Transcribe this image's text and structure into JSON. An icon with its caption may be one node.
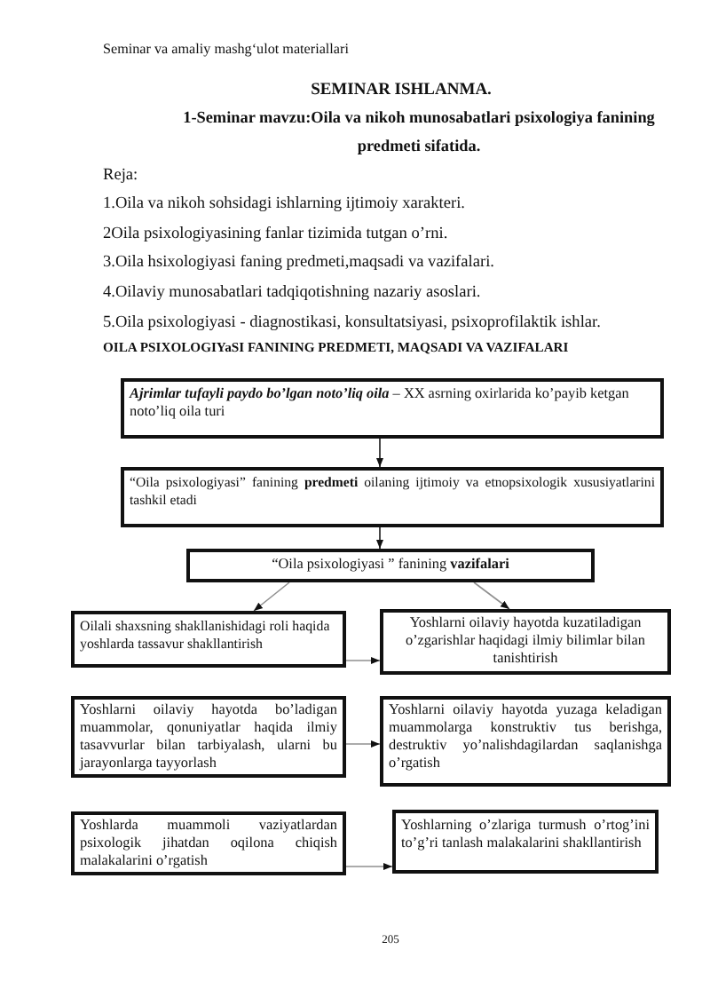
{
  "diagram": {
    "title": "SEMINAR ISHLANMA.",
    "nodes": [
      {
        "text": [
          "*Ajrimlar tufayli paydo bo’lgan noto’liq oila* – XX asrning oxirlarida ko’payib ketgan noto’liq oila turi"
        ]
      },
      {
        "text": [
          "“Oila psixologiyasi” fanining **predmeti** oilaning ijtimoiy va etnopsixologik xususiyatlarini tashkil etadi"
        ]
      },
      {
        "text": [
          "“Oila psixologiyasi ” fanining **vazifalari**"
        ]
      },
      {
        "text": [
          "Oilali shaxsning shakllanishidagi roli haqida yoshlarda tassavur shakllantirish"
        ]
      },
      {
        "text": [
          "Yoshlarni oilaviy hayotda kuzatiladigan o’zgarishlar haqidagi ilmiy bilimlar bilan tanishtirish"
        ]
      },
      {
        "text": [
          "Yoshlarni oilaviy hayotda bo’ladigan muammolar, qonuniyatlar haqida ilmiy tasavvurlar bilan tarbiyalash, ularni bu jarayonlarga tayyorlash"
        ]
      },
      {
        "text": [
          "Yoshlarni oilaviy hayotda yuzaga keladigan muammolarga konstruktiv tus berishga, destruktiv yo’nalishdagilardan saqlanishga o’rgatish"
        ]
      },
      {
        "text": [
          "Yoshlarda muammoli vaziyatlardan psixologik jihatdan oqilona chiqish malakalarini o’rgatish"
        ]
      },
      {
        "text": [
          "Yoshlarning o’zlariga turmush o’rtog’ini to’g’ri tanlash malakalarini shakllantirish"
        ]
      }
    ],
    "edges": [
      {
        "from": 0,
        "to": 1,
        "arrow": "to",
        "color": "#1a1a1a"
      },
      {
        "from": 1,
        "to": 2,
        "arrow": "to",
        "color": "#1a1a1a"
      },
      {
        "from": 2,
        "to": 3,
        "arrow": "to"
      },
      {
        "from": 2,
        "to": 4,
        "arrow": "to"
      },
      {
        "from": 3,
        "to": 4,
        "arrow": "to"
      },
      {
        "from": 5,
        "to": 6,
        "arrow": "to"
      },
      {
        "from": 7,
        "to": 8,
        "arrow": "to"
      }
    ],
    "labels": [
      "Seminar va amaliy mashg‘ulot materiallari",
      "1-Seminar mavzu:Oila va nikoh munosabatlari psixologiya fanining predmeti sifatida.",
      "Reja:",
      "1.Oila va nikoh sohsidagi ishlarning ijtimoiy xarakteri.",
      "2Oila psixologiyasining fanlar tizimida tutgan o’rni.",
      "3.Oila hsixologiyasi faning predmeti,maqsadi va vazifalari.",
      "4.Oilaviy munosabatlari tadqiqotishning nazariy asoslari.",
      "5.Oila psixologiyasi - diagnostikasi, konsultatsiyasi, psixoprofilaktik ishlar.",
      "OILA PSIXOLOGIYaSI FANINING PREDMETI, MAQSADI VA VAZIFALARI",
      "205"
    ]
  }
}
